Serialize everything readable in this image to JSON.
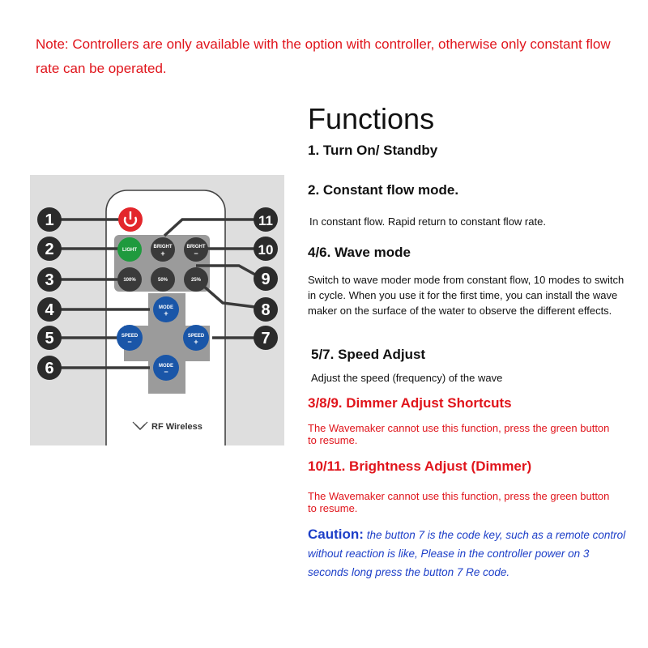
{
  "note": "Note: Controllers are only available with the option with controller, otherwise only constant flow rate can be operated.",
  "remote": {
    "numbers": [
      "1",
      "2",
      "3",
      "4",
      "5",
      "6",
      "7",
      "8",
      "9",
      "10",
      "11"
    ],
    "buttons": {
      "light": "LIGHT",
      "bright_plus": "BRIGHT",
      "bright_minus": "BRIGHT",
      "p100": "100%",
      "p50": "50%",
      "p25": "25%",
      "mode_up": "MODE",
      "speed_left": "SPEED",
      "speed_right": "SPEED",
      "mode_down": "MODE",
      "plus": "+",
      "minus": "−"
    },
    "brand": "RF Wireless",
    "colors": {
      "power": "#e3262b",
      "light": "#1f9a3e",
      "blue": "#1a56a8",
      "dark": "#3a3a3a"
    }
  },
  "functions": {
    "title": "Functions",
    "f1": "1. Turn On/ Standby",
    "f2": "2. Constant flow mode.",
    "f2_desc": "In constant flow. Rapid return to constant flow rate.",
    "f3": "4/6. Wave mode",
    "f3_desc": "Switch to wave moder mode from constant flow, 10 modes to switch in cycle. When you use it for the first time, you can install the wave maker on the surface of the water to observe the different effects.",
    "f4": "5/7. Speed Adjust",
    "f4_desc": "Adjust the speed (frequency) of the wave",
    "f5": "3/8/9. Dimmer Adjust Shortcuts",
    "f5_desc": "The Wavemaker cannot use this function, press the green button to resume.",
    "f6": "10/11. Brightness Adjust (Dimmer)",
    "f6_desc": "The Wavemaker cannot use this function, press the green button to resume.",
    "caution_label": "Caution:",
    "caution_text": "the button 7 is the code key, such as a remote control without reaction is like, Please in the controller power on 3 seconds long press the button 7 Re code."
  }
}
